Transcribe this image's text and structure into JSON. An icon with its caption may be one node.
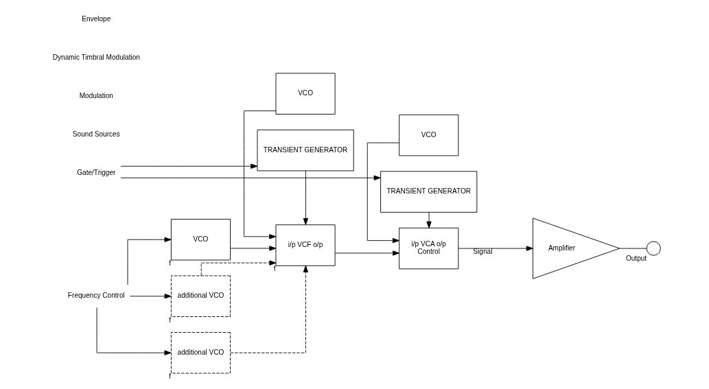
{
  "diagram": {
    "nodes": [
      {
        "text": [
          "Frequency Control"
        ]
      },
      {
        "text": [
          "additional VCO"
        ],
        "beside": [
          "f"
        ]
      },
      {
        "text": [
          "VCO"
        ],
        "beside": [
          "f"
        ]
      },
      {
        "text": [
          "additional VCO"
        ],
        "beside": [
          "f"
        ]
      },
      {
        "text": [
          "VCO"
        ]
      },
      {
        "text": [
          "VCO"
        ]
      },
      {
        "text": [
          "i/p VCF o/p"
        ],
        "beside": [
          "f"
        ]
      },
      {
        "text": [
          "i/p VCA o/p",
          "Control"
        ]
      },
      {
        "text": [
          "TRANSIENT GENERATOR"
        ]
      },
      {
        "text": [
          "TRANSIENT GENERATOR"
        ]
      },
      {
        "text": [
          "Amplifier"
        ]
      },
      {
        "text": [],
        "shape": "circle",
        "beside": [
          "Output"
        ]
      },
      {
        "text": [
          "Gate/Trigger"
        ]
      }
    ],
    "edges": [
      {
        "from": 0,
        "to": 1,
        "arrow": "to"
      },
      {
        "from": 0,
        "to": 2,
        "arrow": "to"
      },
      {
        "from": 0,
        "to": 3,
        "arrow": "to"
      },
      {
        "from": 1,
        "to": 6,
        "arrow": "to",
        "style": "dashed"
      },
      {
        "from": 2,
        "to": 6,
        "arrow": "to"
      },
      {
        "from": 3,
        "to": 6,
        "arrow": "to",
        "style": "dashed"
      },
      {
        "from": 4,
        "to": 6,
        "arrow": "to"
      },
      {
        "from": 5,
        "to": 7,
        "arrow": "to"
      },
      {
        "from": 6,
        "to": 7,
        "arrow": "to"
      },
      {
        "from": 7,
        "to": 10,
        "arrow": "to",
        "label": "Signal"
      },
      {
        "from": 10,
        "to": 11,
        "arrow": "none"
      },
      {
        "from": 12,
        "to": 8,
        "arrow": "to"
      },
      {
        "from": 12,
        "to": 9,
        "arrow": "to"
      },
      {
        "from": 8,
        "to": 6,
        "arrow": "to"
      },
      {
        "from": 9,
        "to": 7,
        "arrow": "to"
      }
    ],
    "labels": [
      "Sound Sources",
      "Modulation",
      "Dynamic Timbral Modulation",
      "Envelope"
    ]
  }
}
